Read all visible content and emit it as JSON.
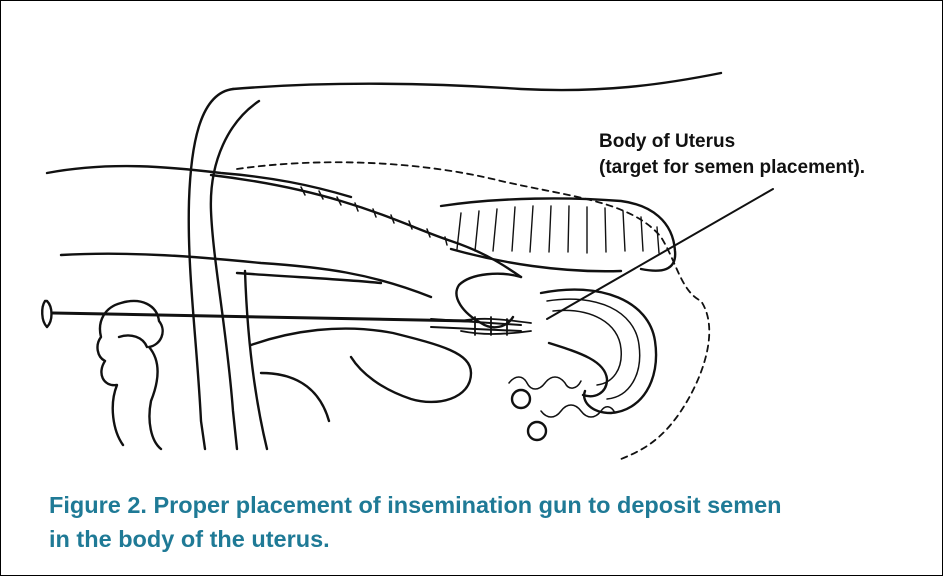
{
  "label": {
    "line1": "Body of Uterus",
    "line2": "(target for semen placement)."
  },
  "caption": {
    "line1": "Figure 2. Proper placement of insemination gun to deposit semen",
    "line2": "in the body of the uterus."
  }
}
